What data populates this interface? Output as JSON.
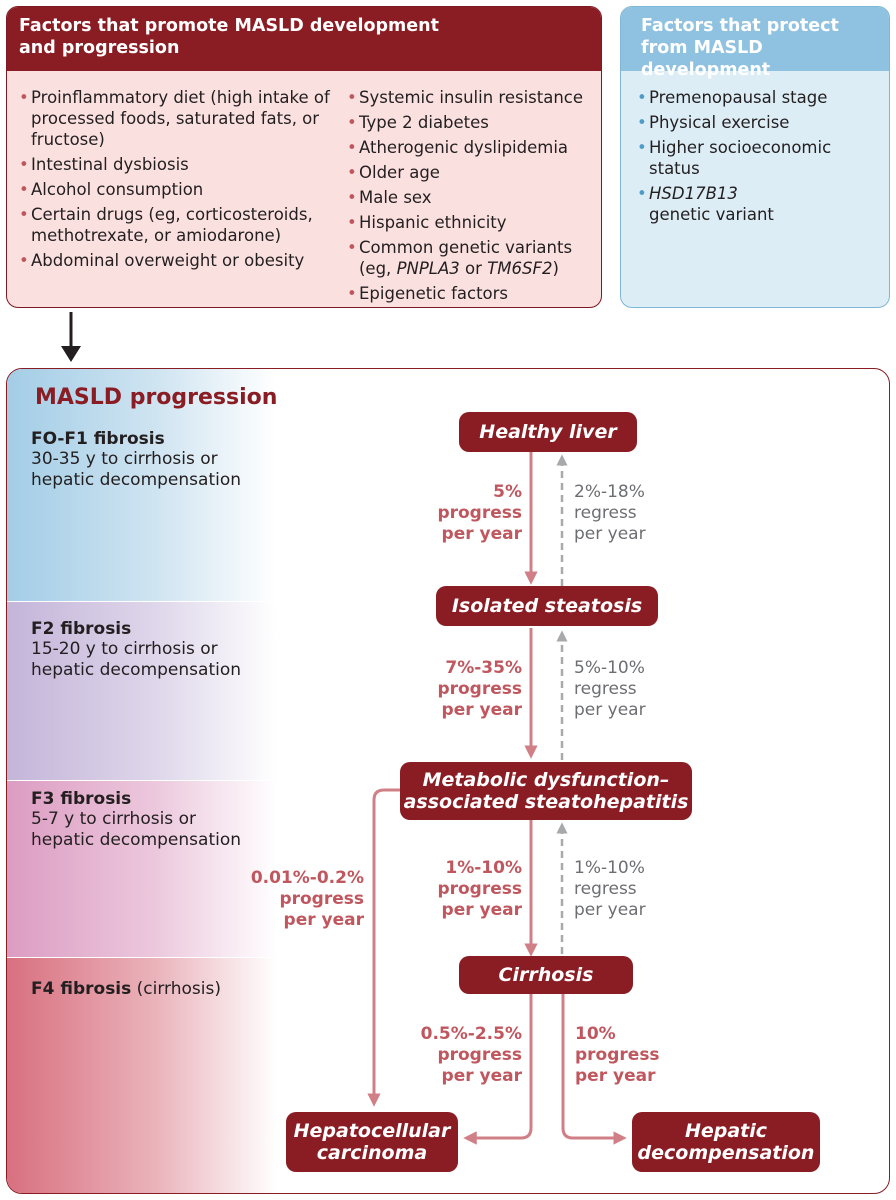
{
  "promote": {
    "title_line1": "Factors that promote MASLD development",
    "title_line2": "and progression",
    "col1": [
      "Proinflammatory diet (high intake of processed foods, saturated fats, or fructose)",
      "Intestinal dysbiosis",
      "Alcohol consumption",
      "Certain drugs (eg, corticosteroids, methotrexate, or amiodarone)",
      "Abdominal overweight or obesity"
    ],
    "col2": [
      "Systemic insulin resistance",
      "Type 2 diabetes",
      "Atherogenic dyslipidemia",
      "Older age",
      "Male sex",
      "Hispanic ethnicity",
      "Common genetic variants",
      "Epigenetic factors"
    ],
    "genetic_eg_pre": "(eg, ",
    "genetic_gene1": "PNPLA3",
    "genetic_or": " or ",
    "genetic_gene2": "TM6SF2",
    "genetic_eg_post": ")"
  },
  "protect": {
    "title_line1": "Factors that protect",
    "title_line2": "from MASLD development",
    "items": [
      "Premenopausal stage",
      "Physical exercise",
      "Higher socioeconomic status"
    ],
    "gene": "HSD17B13",
    "gene_suffix": "genetic variant"
  },
  "progression": {
    "title": "MASLD progression",
    "stages": [
      {
        "title": "FO-F1 fibrosis",
        "line1": "30-35 y to cirrhosis or",
        "line2": "hepatic decompensation"
      },
      {
        "title": "F2 fibrosis",
        "line1": "15-20 y to cirrhosis or",
        "line2": "hepatic decompensation"
      },
      {
        "title": "F3 fibrosis",
        "line1": "5-7 y to cirrhosis or",
        "line2": "hepatic decompensation"
      },
      {
        "title": "F4 fibrosis",
        "suffix": " (cirrhosis)"
      }
    ],
    "nodes": {
      "healthy": "Healthy liver",
      "steatosis": "Isolated steatosis",
      "mash_line1": "Metabolic dysfunction–",
      "mash_line2": "associated steatohepatitis",
      "cirrhosis": "Cirrhosis",
      "hcc_line1": "Hepatocellular",
      "hcc_line2": "carcinoma",
      "decomp_line1": "Hepatic",
      "decomp_line2": "decompensation"
    },
    "rates": {
      "p1": [
        "5%",
        "progress",
        "per year"
      ],
      "r1": [
        "2%-18%",
        "regress",
        "per year"
      ],
      "p2": [
        "7%-35%",
        "progress",
        "per year"
      ],
      "r2": [
        "5%-10%",
        "regress",
        "per year"
      ],
      "p3": [
        "1%-10%",
        "progress",
        "per year"
      ],
      "r3": [
        "1%-10%",
        "regress",
        "per year"
      ],
      "hcc_mash": [
        "0.01%-0.2%",
        "progress",
        "per year"
      ],
      "hcc_cirr": [
        "0.5%-2.5%",
        "progress",
        "per year"
      ],
      "decomp": [
        "10%",
        "progress",
        "per year"
      ]
    }
  },
  "colors": {
    "dark_red": "#8a1c23",
    "arrow_red": "#d17f86",
    "arrow_grey": "#a7a9ac",
    "light_blue": "#8fc2e0"
  }
}
